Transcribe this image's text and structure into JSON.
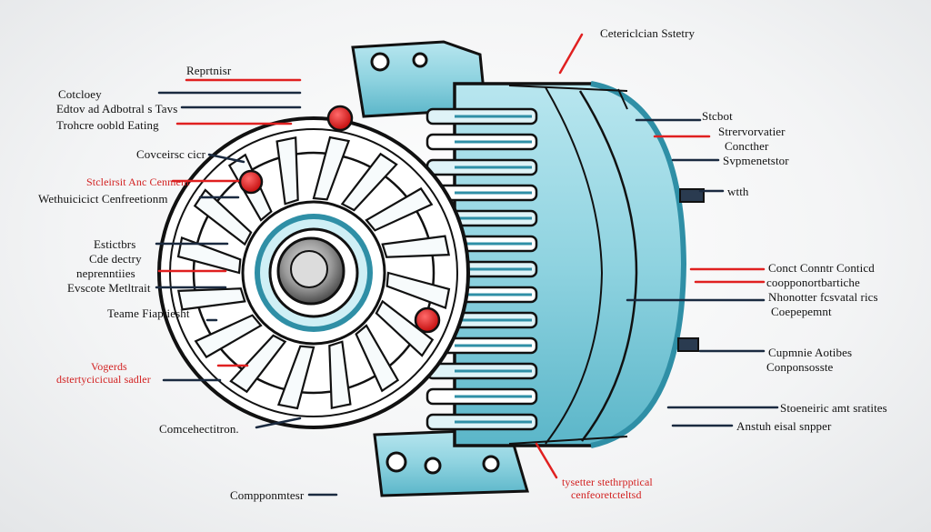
{
  "colors": {
    "background": "#f3f4f5",
    "housing": "#8fd3e0",
    "housing_dark": "#2f8fa6",
    "outline": "#111111",
    "accent_red": "#e02020",
    "leader_dark": "#1a2a40"
  },
  "labels": {
    "top_right_1": "Cetericlcian Sstetry",
    "left_1": "Reprtnisr",
    "left_2": "Cotcloey",
    "left_3": "Edtov ad Adbotral s Tavs",
    "left_4": "Trohcre oobld Eating",
    "left_5": "Covceirsc cicr",
    "left_6": "Stcleirsit Anc Cenment",
    "left_7": "Wethuicicict Cenfreetionm",
    "left_8": "Estictbrs",
    "left_9": "Cde dectry",
    "left_10": "neprenntiies",
    "left_11": "Evscote Metltrait",
    "left_12": "Teame  Fiaptiesht",
    "left_13": "Vogerds",
    "left_14": "dstertycicicual sadler",
    "left_15": "Comcehectitron.",
    "bottom_left": "Compponmtesr",
    "right_1": "Stcbot",
    "right_2": "Strervorvatier",
    "right_3": "Concther",
    "right_4": "Svpmenetstor",
    "right_5": "wtth",
    "right_6": "Conct Conntr Conticd",
    "right_7": "coopponortbartiche",
    "right_8": "Nhonotter fcsvatal rics",
    "right_9": "Coepepemnt",
    "right_10": "Cupmnie Aotibes",
    "right_11": "Conponsosste",
    "right_12": "Stoeneiric amt sratites",
    "right_13": "Anstuh eisal snpper",
    "bottom_right_1": "tysetter stethrpptical",
    "bottom_right_2": "cenfeoretcteltsd"
  }
}
